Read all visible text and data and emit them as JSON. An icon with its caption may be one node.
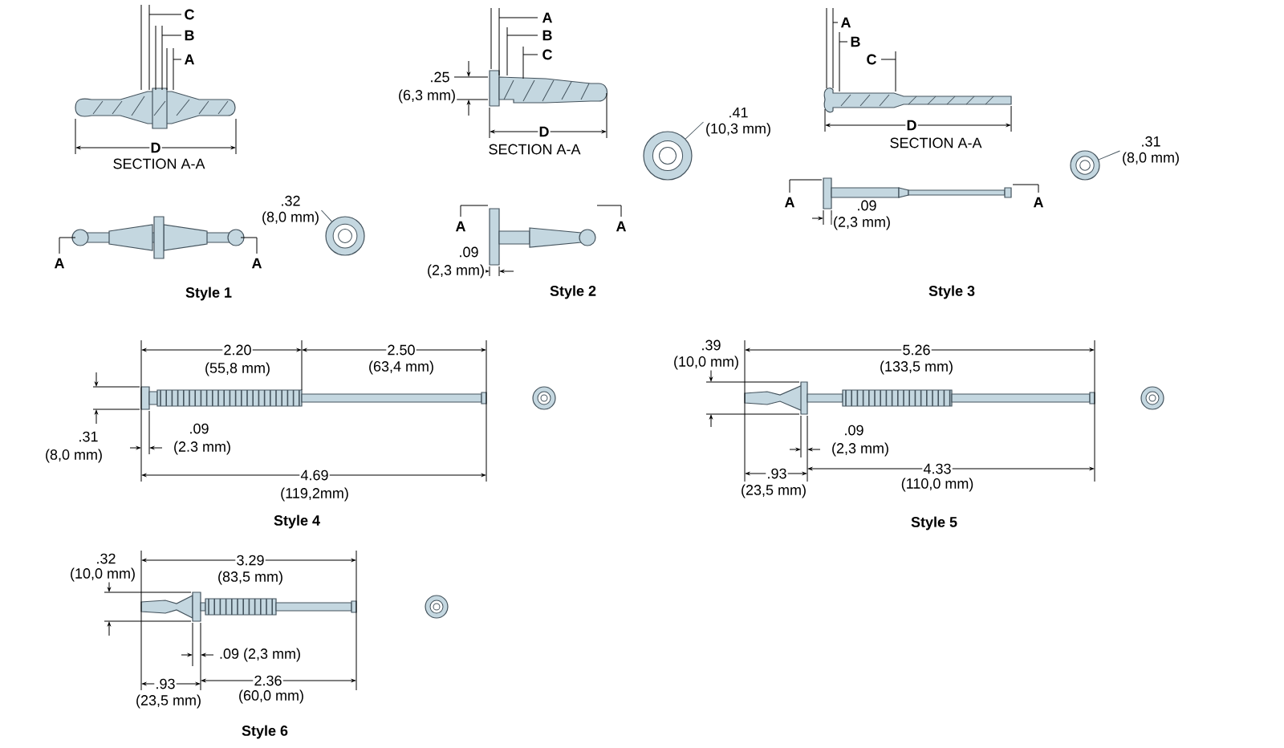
{
  "diagram": {
    "nodes": [
      {
        "text": [
          ".32",
          "(8,0 mm)"
        ]
      },
      {
        "text": [],
        "shape": "circle"
      },
      {
        "text": [
          ".41",
          "(10,3 mm)"
        ]
      },
      {
        "text": [],
        "shape": "circle"
      },
      {
        "text": [
          ".31",
          "(8,0 mm)"
        ]
      },
      {
        "text": [],
        "shape": "circle"
      }
    ],
    "edges": [
      {
        "from": 0,
        "to": 1,
        "arrow": "none"
      },
      {
        "from": 2,
        "to": 3,
        "arrow": "none"
      },
      {
        "from": 4,
        "to": 5,
        "arrow": "none"
      }
    ],
    "labels": [
      "C",
      "B",
      "A",
      "D",
      "SECTION A-A",
      "A",
      "A",
      "Style 1",
      "A",
      "B",
      "C",
      ".25",
      "(6,3 mm)",
      "D",
      "SECTION A-A",
      "A",
      "A",
      ".09",
      "(2,3 mm)",
      "Style 2",
      "A",
      "B",
      "C",
      "D",
      "SECTION A-A",
      "A",
      ".09",
      "A",
      "(2,3 mm)",
      "Style 3",
      "2.20",
      "(55,8 mm)",
      "2.50",
      "(63,4 mm)",
      ".31",
      "(8,0 mm)",
      ".09",
      "(2.3 mm)",
      "4.69",
      "(119,2mm)",
      "Style 4",
      ".39",
      "(10,0 mm)",
      "5.26",
      "(133,5 mm)",
      ".09",
      "(2,3 mm)",
      ".93",
      "(23,5 mm)",
      "4.33",
      "(110,0 mm)",
      "Style 5",
      ".32",
      "(10,0 mm)",
      "3.29",
      "(83,5 mm)",
      ".09 (2,3 mm)",
      ".93",
      "(23,5 mm)",
      "2.36",
      "(60,0 mm)",
      "Style 6"
    ]
  }
}
